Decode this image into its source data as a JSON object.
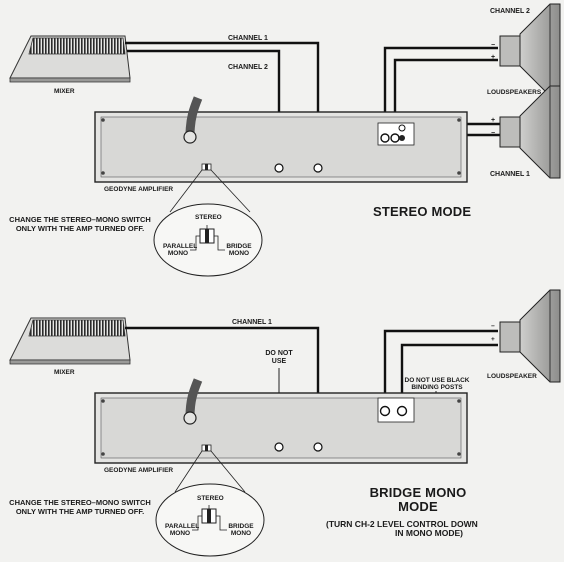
{
  "stereo": {
    "mixer_label": "MIXER",
    "wire_channel1": "CHANNEL 1",
    "wire_channel2": "CHANNEL 2",
    "speaker_top_label": "CHANNEL 2",
    "speaker_bottom_label": "CHANNEL 1",
    "loudspeakers_label": "LOUDSPEAKERS",
    "amp_label": "GEODYNE AMPLIFIER",
    "warning_line1": "CHANGE THE STEREO–MONO SWITCH",
    "warning_line2": "ONLY WITH THE AMP TURNED OFF.",
    "switch_stereo": "STEREO",
    "switch_parallel_1": "PARALLEL",
    "switch_parallel_2": "MONO",
    "switch_bridge_1": "BRIDGE",
    "switch_bridge_2": "MONO",
    "mode_title": "STEREO MODE",
    "plus": "+",
    "minus": "−"
  },
  "bridge": {
    "mixer_label": "MIXER",
    "wire_channel1": "CHANNEL 1",
    "do_not_use_1": "DO NOT",
    "do_not_use_2": "USE",
    "loudspeaker_label": "LOUDSPEAKER",
    "black_posts_1": "DO NOT USE BLACK",
    "black_posts_2": "BINDING POSTS",
    "amp_label": "GEODYNE AMPLIFIER",
    "warning_line1": "CHANGE THE STEREO–MONO SWITCH",
    "warning_line2": "ONLY WITH THE AMP TURNED OFF.",
    "switch_stereo": "STEREO",
    "switch_parallel_1": "PARALLEL",
    "switch_parallel_2": "MONO",
    "switch_bridge_1": "BRIDGE",
    "switch_bridge_2": "MONO",
    "mode_title_1": "BRIDGE MONO",
    "mode_title_2": "MODE",
    "note_1": "(TURN CH-2  LEVEL CONTROL DOWN",
    "note_2": "IN MONO MODE)",
    "plus": "+",
    "minus": "−"
  }
}
